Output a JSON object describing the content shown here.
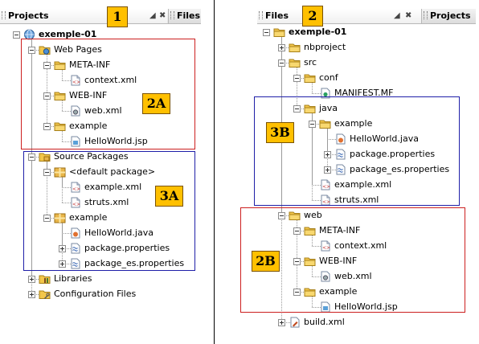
{
  "colors": {
    "box_a": "#cc1f1f",
    "box_b": "#1f1fa8",
    "badge": "#ffc000"
  },
  "left": {
    "tabs": [
      {
        "label": "Projects"
      },
      {
        "label": "Files"
      }
    ],
    "badge": "1",
    "tree": [
      {
        "label": "exemple-01",
        "icon": "project-globe-icon",
        "toggle": "minus"
      },
      {
        "label": "Web Pages",
        "icon": "web-pages-icon",
        "toggle": "minus"
      },
      {
        "label": "META-INF",
        "icon": "folder-icon",
        "toggle": "minus"
      },
      {
        "label": "context.xml",
        "icon": "xml-file-icon"
      },
      {
        "label": "WEB-INF",
        "icon": "folder-icon",
        "toggle": "minus"
      },
      {
        "label": "web.xml",
        "icon": "config-xml-icon"
      },
      {
        "label": "example",
        "icon": "folder-icon",
        "toggle": "minus"
      },
      {
        "label": "HelloWorld.jsp",
        "icon": "jsp-file-icon"
      },
      {
        "label": "Source Packages",
        "icon": "source-packages-icon",
        "toggle": "minus"
      },
      {
        "label": "<default package>",
        "icon": "package-icon",
        "toggle": "minus"
      },
      {
        "label": "example.xml",
        "icon": "xml-file-icon"
      },
      {
        "label": "struts.xml",
        "icon": "xml-file-icon"
      },
      {
        "label": "example",
        "icon": "package-icon",
        "toggle": "minus"
      },
      {
        "label": "HelloWorld.java",
        "icon": "java-file-icon"
      },
      {
        "label": "package.properties",
        "icon": "properties-file-icon",
        "toggle": "plus"
      },
      {
        "label": "package_es.properties",
        "icon": "properties-file-icon",
        "toggle": "plus"
      },
      {
        "label": "Libraries",
        "icon": "libraries-icon",
        "toggle": "plus"
      },
      {
        "label": "Configuration Files",
        "icon": "config-files-icon",
        "toggle": "plus"
      }
    ],
    "boxes": [
      {
        "badge": "2A"
      },
      {
        "badge": "3A"
      }
    ]
  },
  "right": {
    "tabs": [
      {
        "label": "Files"
      },
      {
        "label": "Projects"
      }
    ],
    "badge": "2",
    "tree": [
      {
        "label": "exemple-01",
        "icon": "folder-icon",
        "toggle": "minus"
      },
      {
        "label": "nbproject",
        "icon": "folder-icon",
        "toggle": "plus"
      },
      {
        "label": "src",
        "icon": "folder-icon",
        "toggle": "minus"
      },
      {
        "label": "conf",
        "icon": "folder-icon",
        "toggle": "minus"
      },
      {
        "label": "MANIFEST.MF",
        "icon": "manifest-file-icon"
      },
      {
        "label": "java",
        "icon": "folder-icon",
        "toggle": "minus"
      },
      {
        "label": "example",
        "icon": "folder-icon",
        "toggle": "minus"
      },
      {
        "label": "HelloWorld.java",
        "icon": "java-file-icon"
      },
      {
        "label": "package.properties",
        "icon": "properties-file-icon",
        "toggle": "plus"
      },
      {
        "label": "package_es.properties",
        "icon": "properties-file-icon",
        "toggle": "plus"
      },
      {
        "label": "example.xml",
        "icon": "xml-file-icon"
      },
      {
        "label": "struts.xml",
        "icon": "xml-file-icon"
      },
      {
        "label": "web",
        "icon": "folder-icon",
        "toggle": "minus"
      },
      {
        "label": "META-INF",
        "icon": "folder-icon",
        "toggle": "minus"
      },
      {
        "label": "context.xml",
        "icon": "xml-file-icon"
      },
      {
        "label": "WEB-INF",
        "icon": "folder-icon",
        "toggle": "minus"
      },
      {
        "label": "web.xml",
        "icon": "config-xml-icon"
      },
      {
        "label": "example",
        "icon": "folder-icon",
        "toggle": "minus"
      },
      {
        "label": "HelloWorld.jsp",
        "icon": "jsp-file-icon"
      },
      {
        "label": "build.xml",
        "icon": "build-xml-icon",
        "toggle": "plus"
      }
    ],
    "boxes": [
      {
        "badge": "3B"
      },
      {
        "badge": "2B"
      }
    ]
  }
}
